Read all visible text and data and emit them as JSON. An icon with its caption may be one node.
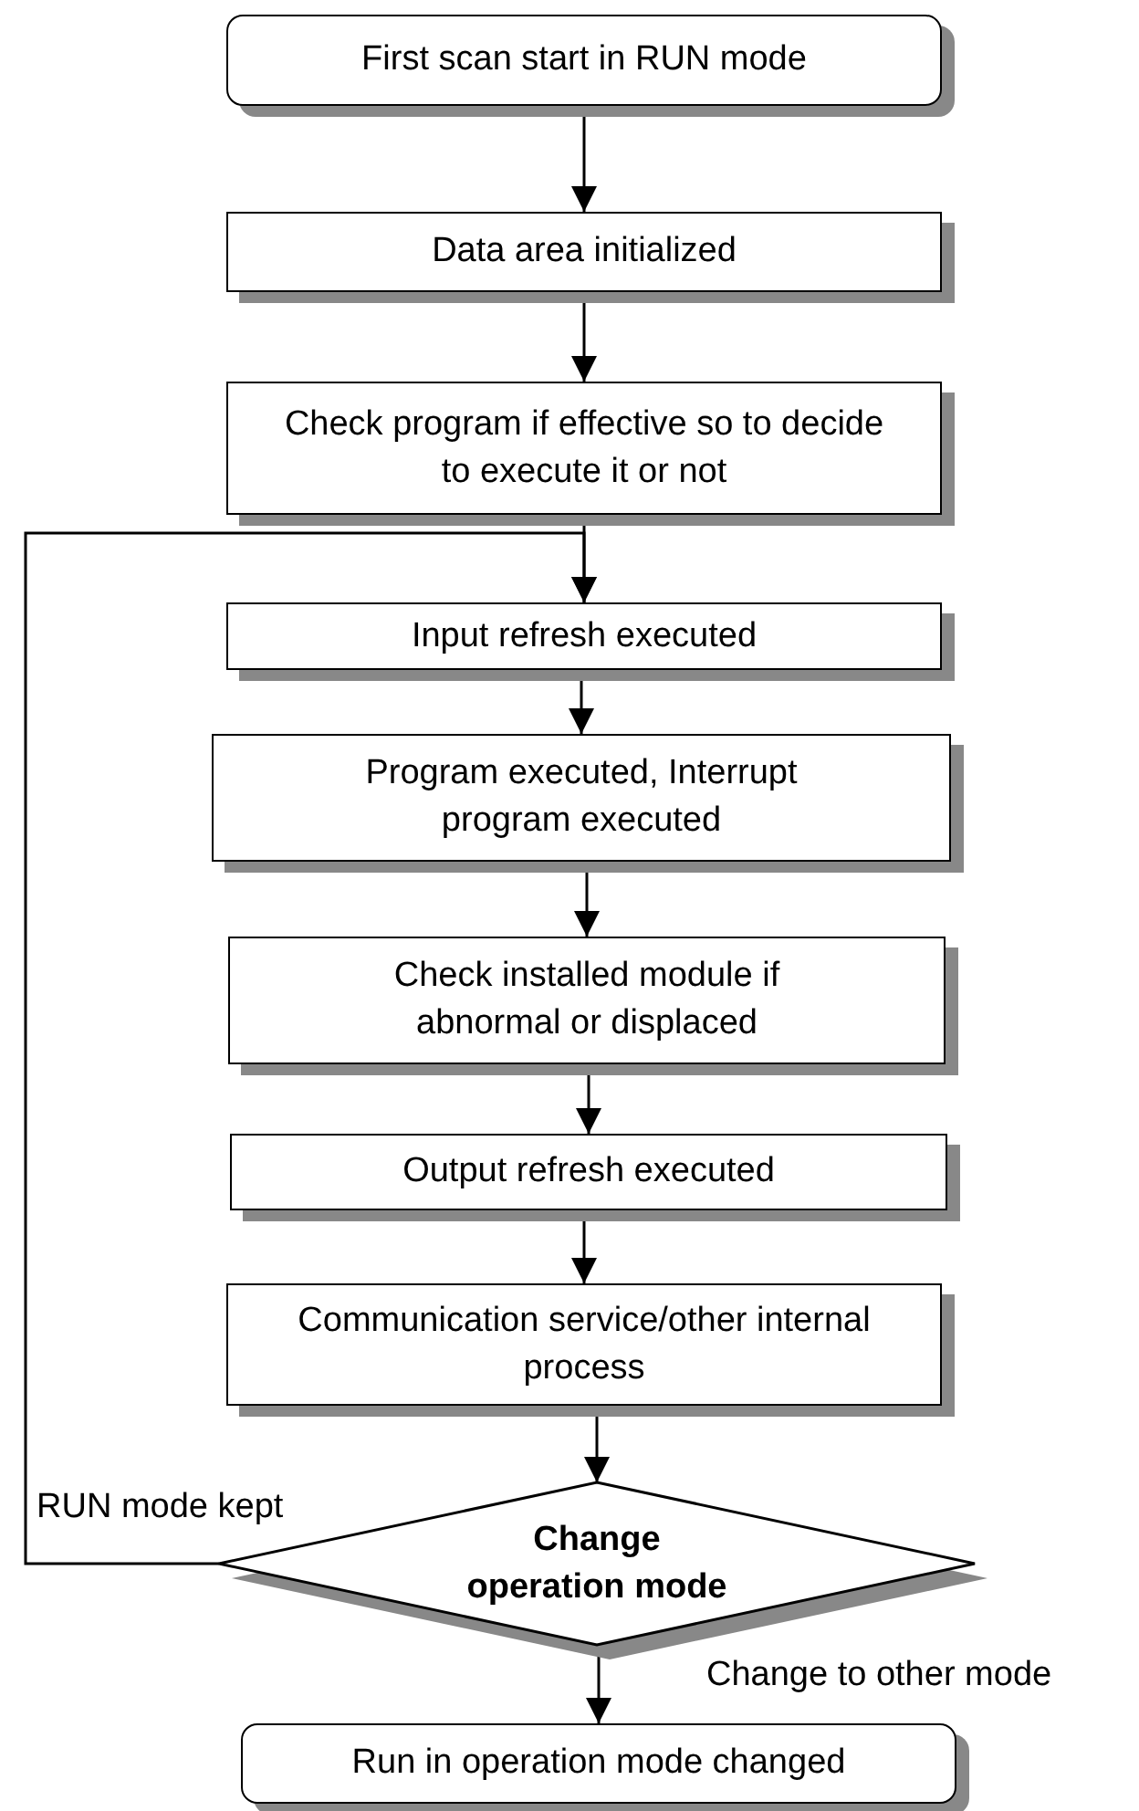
{
  "diagram": {
    "nodes": [
      {
        "text": [
          "First scan start in RUN mode"
        ]
      },
      {
        "text": [
          "Data area initialized"
        ]
      },
      {
        "text": [
          "Check program if effective so to decide to execute it or not"
        ]
      },
      {
        "text": [
          "Input refresh executed"
        ]
      },
      {
        "text": [
          "Program executed, Interrupt program executed"
        ]
      },
      {
        "text": [
          "Check installed module if abnormal or displaced"
        ]
      },
      {
        "text": [
          "Output refresh executed"
        ]
      },
      {
        "text": [
          "Communication service/other internal process"
        ]
      },
      {
        "text": [
          "Change operation mode"
        ]
      },
      {
        "text": [
          "Run in operation mode changed"
        ]
      }
    ],
    "edges": [
      {
        "from": 0,
        "to": 1,
        "arrow": "to"
      },
      {
        "from": 1,
        "to": 2,
        "arrow": "to"
      },
      {
        "from": 2,
        "to": 3,
        "arrow": "to"
      },
      {
        "from": 3,
        "to": 4,
        "arrow": "to"
      },
      {
        "from": 4,
        "to": 5,
        "arrow": "to"
      },
      {
        "from": 5,
        "to": 6,
        "arrow": "to"
      },
      {
        "from": 6,
        "to": 7,
        "arrow": "to"
      },
      {
        "from": 7,
        "to": 8,
        "arrow": "to"
      },
      {
        "from": 8,
        "to": 9,
        "label": "Change to other mode",
        "arrow": "to"
      },
      {
        "from": 8,
        "to": 3,
        "label": "RUN mode kept",
        "arrow": "to"
      }
    ]
  }
}
